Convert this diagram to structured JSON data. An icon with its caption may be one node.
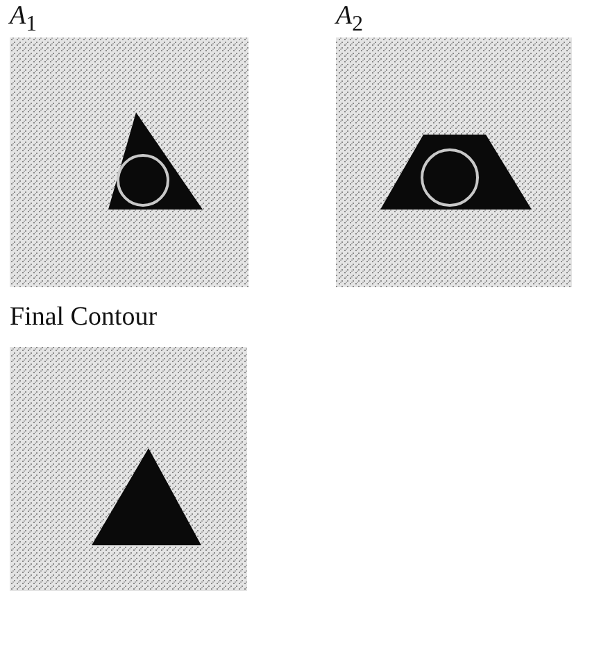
{
  "diagram": {
    "labels": [
      "*A*$_{1}$",
      "*A*$_{2}$",
      "Final Contour"
    ]
  }
}
